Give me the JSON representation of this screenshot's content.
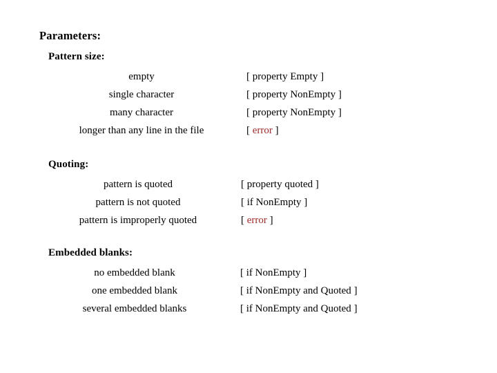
{
  "page": {
    "title": "Parameters:",
    "background_color": "#ffffff",
    "text_color": "#000000",
    "error_color": "#9E2A2A"
  },
  "sections": [
    {
      "id": "pattern-size",
      "heading": "Pattern size:",
      "rows": [
        {
          "case": "empty",
          "outcome_prefix": "[ ",
          "outcome": "property Empty",
          "outcome_suffix": " ]",
          "is_error": false
        },
        {
          "case": "single character",
          "outcome_prefix": "[ ",
          "outcome": "property NonEmpty",
          "outcome_suffix": " ]",
          "is_error": false
        },
        {
          "case": "many character",
          "outcome_prefix": "[ ",
          "outcome": "property NonEmpty",
          "outcome_suffix": " ]",
          "is_error": false
        },
        {
          "case": "longer than any line in the file",
          "outcome_prefix": "[ ",
          "outcome": "error",
          "outcome_suffix": " ]",
          "is_error": true
        }
      ]
    },
    {
      "id": "quoting",
      "heading": "Quoting:",
      "rows": [
        {
          "case": "pattern is quoted",
          "outcome_prefix": "[ ",
          "outcome": "property quoted",
          "outcome_suffix": " ]",
          "is_error": false
        },
        {
          "case": "pattern is not quoted",
          "outcome_prefix": "[ ",
          "outcome": "if NonEmpty",
          "outcome_suffix": " ]",
          "is_error": false
        },
        {
          "case": "pattern is improperly quoted",
          "outcome_prefix": "[ ",
          "outcome": "error",
          "outcome_suffix": " ]",
          "is_error": true
        }
      ]
    },
    {
      "id": "embedded-blanks",
      "heading": "Embedded blanks:",
      "rows": [
        {
          "case": "no embedded blank",
          "outcome_prefix": "[ ",
          "outcome": "if NonEmpty",
          "outcome_suffix": " ]",
          "is_error": false
        },
        {
          "case": "one embedded blank",
          "outcome_prefix": "[ ",
          "outcome": "if NonEmpty and Quoted",
          "outcome_suffix": " ]",
          "is_error": false
        },
        {
          "case": "several embedded blanks",
          "outcome_prefix": "[ ",
          "outcome": "if NonEmpty and Quoted",
          "outcome_suffix": " ]",
          "is_error": false
        }
      ]
    }
  ]
}
